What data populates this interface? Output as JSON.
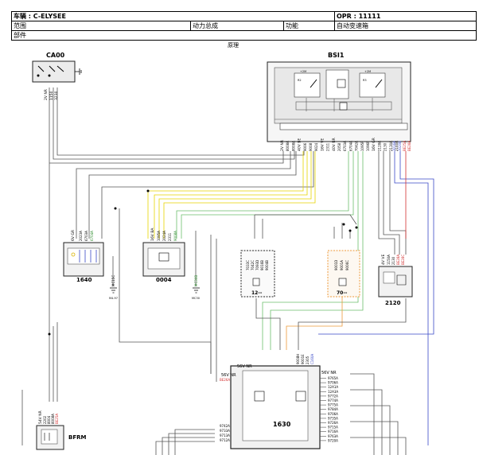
{
  "header": {
    "vehicle": "车辆 : C-ELYSEE",
    "opr": "OPR : 11111",
    "scope_label": "范围",
    "scope_value": "动力总成",
    "function_label": "功能",
    "function_value": "自动变速箱",
    "part_label": "部件",
    "principle": "原理"
  },
  "components": {
    "ca00": {
      "name": "CA00",
      "wires": [
        "2V NR",
        "1150",
        "3230"
      ]
    },
    "bsi1": {
      "name": "BSI1",
      "internal": [
        "+2M",
        "+2M",
        "R2",
        "R3"
      ],
      "connectors": [
        "2V NR",
        "8008A",
        "8008A",
        "40V BE",
        "9006",
        "9008",
        "9024",
        "16V VE",
        "2311",
        "40V NR",
        "2058",
        "6703A",
        "6704A",
        "7042A",
        "1095P",
        "1096P",
        "16V GR",
        "2128A",
        "2130",
        "2130A",
        "2160A"
      ],
      "red_wires": [
        "BE25A",
        "BE28A"
      ],
      "blue_wires": [
        "3016A",
        "3020B"
      ]
    },
    "c1640": {
      "name": "1640",
      "header": "6V GR",
      "wires": [
        "2023A",
        "6703A",
        "6704A"
      ]
    },
    "c0004": {
      "name": "0004",
      "header": "16V BA",
      "wires": [
        "1095A",
        "2024A",
        "2311",
        "9008A"
      ]
    },
    "c12": {
      "name": "12--",
      "wires": [
        "7033C",
        "7042C",
        "7093D",
        "9016B",
        "9004B"
      ]
    },
    "c70": {
      "name": "70--",
      "wires": [
        "9001D",
        "9001A",
        "9006C"
      ]
    },
    "c2120": {
      "name": "2120",
      "header": "4V VE",
      "wires": [
        "1150A",
        "2130",
        "BE28A",
        "BE28C"
      ]
    },
    "c1630": {
      "name": "1630",
      "top": {
        "header": "56V NR",
        "wires": [
          "9008H",
          "9001E",
          "2305",
          "C160A"
        ]
      },
      "left": {
        "header": "56V NR",
        "red": "BE26A",
        "wires": [
          "9742A",
          "9733A",
          "9713A",
          "9712A"
        ]
      },
      "right": {
        "header": "56V NR",
        "wires": [
          "9765A",
          "9706A",
          "12A1A",
          "12A3A",
          "9772A",
          "9774A",
          "9775A",
          "9784A",
          "9706A",
          "9735A",
          "9726A",
          "9715A",
          "9716A",
          "9763A",
          "9720A"
        ]
      }
    },
    "bfrm": {
      "name": "BFRM",
      "header": "54V NR",
      "wires": [
        "2202",
        "8004",
        "8008A",
        "BE25A"
      ]
    },
    "grounds": [
      "MC15C",
      "MC30B"
    ],
    "ground_labels": [
      "M4-97",
      "MC30"
    ]
  }
}
